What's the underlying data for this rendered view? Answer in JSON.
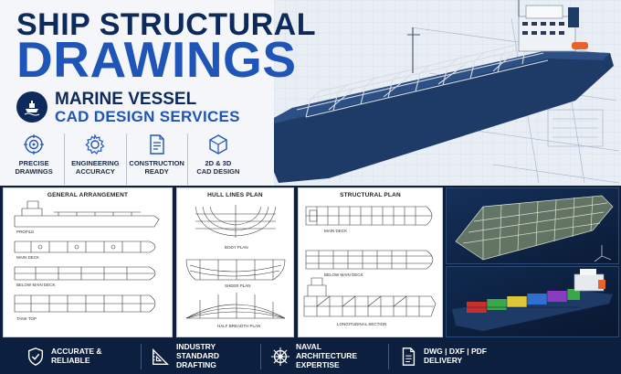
{
  "title": {
    "line1": "SHIP STRUCTURAL",
    "line2": "DRAWINGS"
  },
  "subtitle": {
    "line1": "MARINE VESSEL",
    "line2": "CAD DESIGN SERVICES"
  },
  "features": [
    {
      "label": "PRECISE\nDRAWINGS",
      "icon": "target-icon"
    },
    {
      "label": "ENGINEERING\nACCURACY",
      "icon": "gear-icon"
    },
    {
      "label": "CONSTRUCTION\nREADY",
      "icon": "document-icon"
    },
    {
      "label": "2D & 3D\nCAD DESIGN",
      "icon": "cube-icon"
    }
  ],
  "panels": {
    "general_arrangement": {
      "title": "GENERAL ARRANGEMENT",
      "labels": [
        "PROFILE",
        "MAIN DECK",
        "BELOW MAIN DECK",
        "TANK TOP"
      ]
    },
    "hull_lines": {
      "title": "HULL LINES PLAN",
      "labels": [
        "BODY PLAN",
        "SHEER PLAN",
        "HALF BREADTH PLAN"
      ]
    },
    "structural": {
      "title": "STRUCTURAL PLAN",
      "labels": [
        "MAIN DECK",
        "BELOW MAIN DECK",
        "LONGITUDINAL SECTION"
      ]
    }
  },
  "bottom_bar": [
    {
      "label": "ACCURATE & RELIABLE",
      "icon": "shield-check-icon"
    },
    {
      "label": "INDUSTRY STANDARD\nDRAFTING",
      "icon": "set-square-icon"
    },
    {
      "label": "NAVAL ARCHITECTURE\nEXPERTISE",
      "icon": "ship-wheel-icon"
    },
    {
      "label": "DWG | DXF | PDF\nDELIVERY",
      "icon": "file-icon"
    }
  ],
  "colors": {
    "navy": "#0c1f3f",
    "brand_blue": "#1f55b7",
    "dark_title": "#0d2a5c",
    "hull_blue": "#1e3a66"
  }
}
